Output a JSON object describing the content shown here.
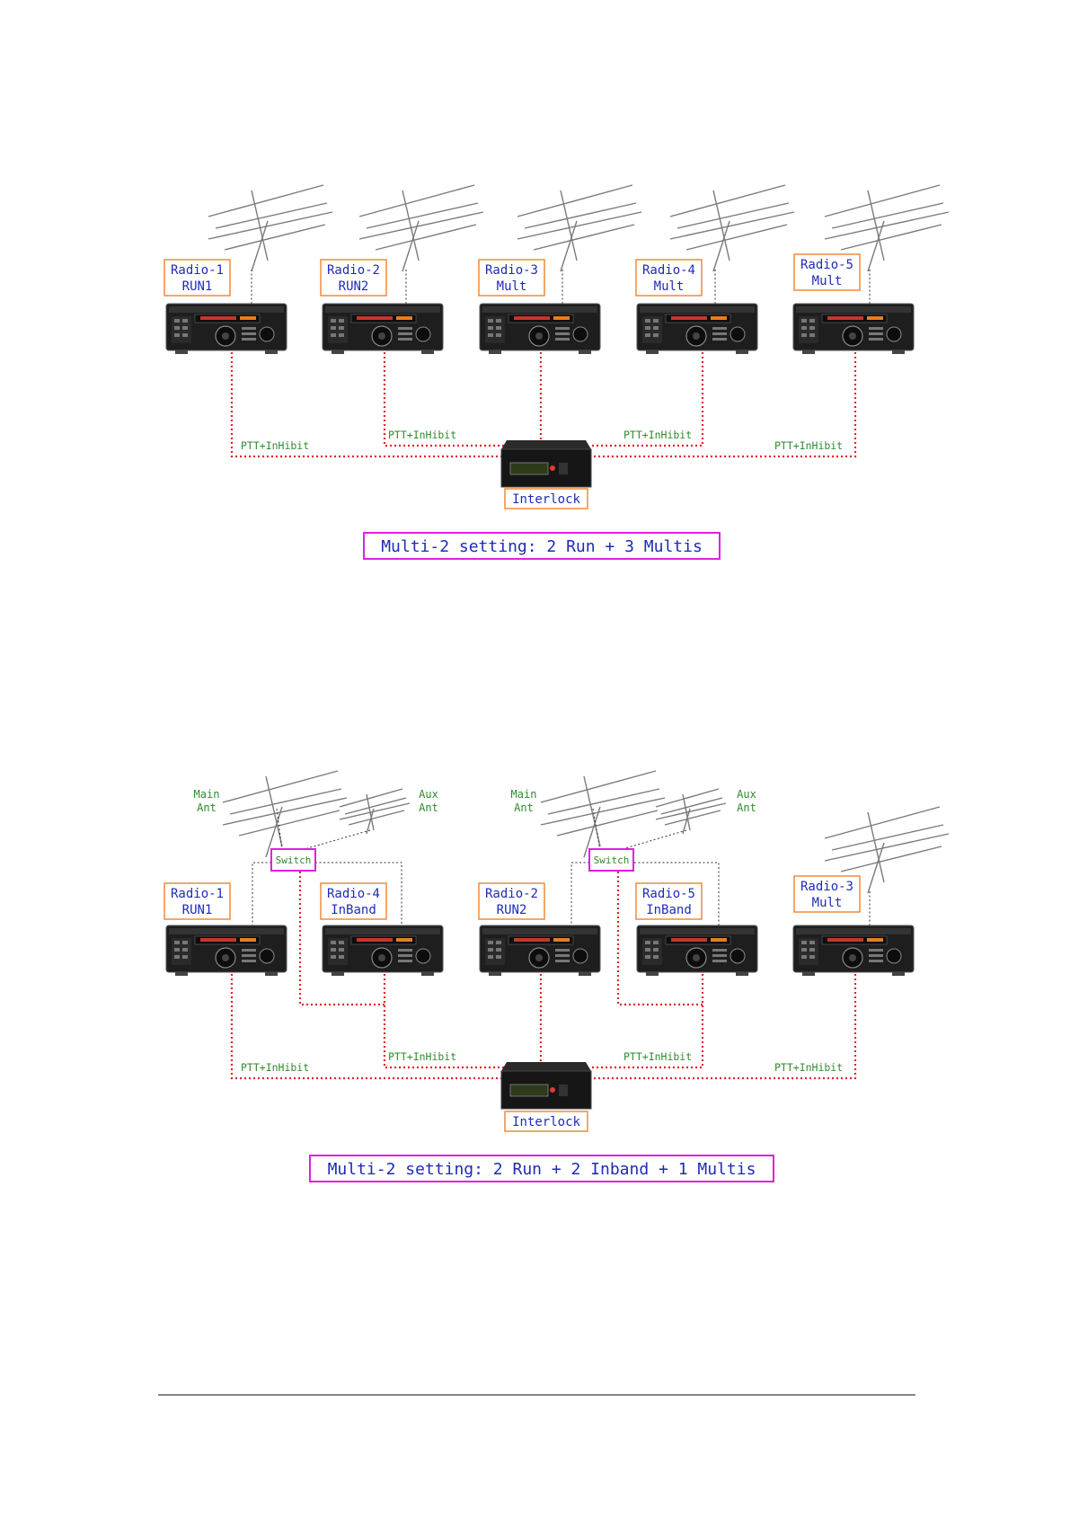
{
  "diagram1": {
    "radios": [
      {
        "name": "Radio-1",
        "role": "RUN1"
      },
      {
        "name": "Radio-2",
        "role": "RUN2"
      },
      {
        "name": "Radio-3",
        "role": "Mult"
      },
      {
        "name": "Radio-4",
        "role": "Mult"
      },
      {
        "name": "Radio-5",
        "role": "Mult"
      }
    ],
    "link_label": "PTT+InHibit",
    "interlock_label": "Interlock",
    "caption": "Multi-2 setting: 2 Run + 3 Multis"
  },
  "diagram2": {
    "radios": [
      {
        "name": "Radio-1",
        "role": "RUN1"
      },
      {
        "name": "Radio-4",
        "role": "InBand"
      },
      {
        "name": "Radio-2",
        "role": "RUN2"
      },
      {
        "name": "Radio-5",
        "role": "InBand"
      },
      {
        "name": "Radio-3",
        "role": "Mult"
      }
    ],
    "antenna_labels": {
      "main": [
        "Main",
        "Ant"
      ],
      "aux": [
        "Aux",
        "Ant"
      ]
    },
    "switch_label": "Switch",
    "link_label": "PTT+InHibit",
    "interlock_label": "Interlock",
    "caption": "Multi-2 setting: 2 Run + 2 Inband + 1 Multis"
  },
  "colors": {
    "label_text": "#1f2bb8",
    "box_border": "#f08a3c",
    "caption_border": "#e020e0",
    "link_line": "#e0262a",
    "link_text": "#2e8b2e"
  }
}
